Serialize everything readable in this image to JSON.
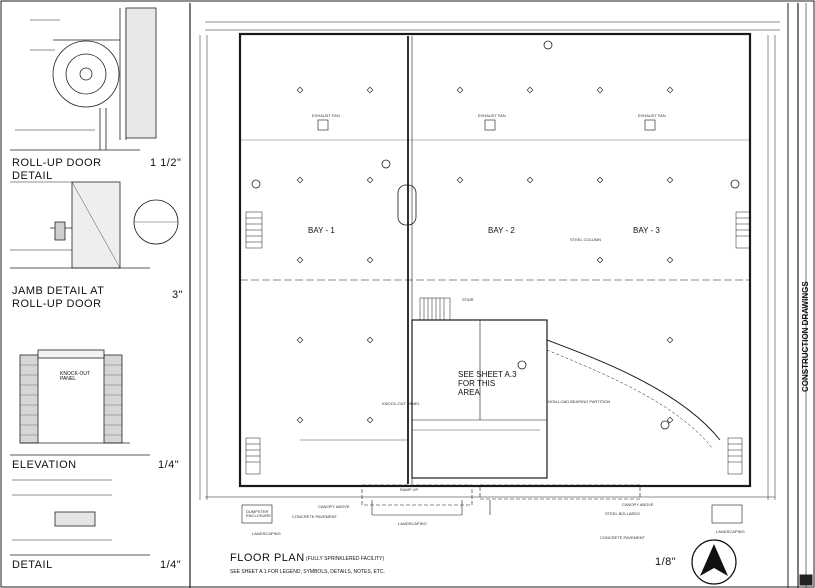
{
  "sheet": {
    "discipline": "CONSTRUCTION DRAWINGS",
    "plan_title": "FLOOR PLAN",
    "plan_subtitle": "(FULLY SPRINKLERED FACILITY)",
    "plan_note": "SEE SHEET A.1 FOR LEGEND, SYMBOLS, DETAILS, NOTES, ETC.",
    "plan_scale": "1/8\""
  },
  "left_details": {
    "rollup_title": "ROLL-UP DOOR",
    "rollup_subtitle": "DETAIL",
    "rollup_scale": "1 1/2\"",
    "jamb_title": "JAMB DETAIL AT",
    "jamb_subtitle": "ROLL-UP DOOR",
    "jamb_scale": "3\"",
    "elevation_title": "ELEVATION",
    "elevation_scale": "1/4\"",
    "knock_out": "KNOCK-OUT PANEL",
    "detail_title": "DETAIL",
    "detail_scale": "1/4\""
  },
  "plan": {
    "bays": [
      "BAY - 1",
      "BAY - 2",
      "BAY - 3"
    ],
    "see_sheet": "SEE SHEET A.3 FOR THIS AREA",
    "labels": {
      "canopy_above": "CANOPY ABOVE",
      "concrete_pavement": "CONCRETE PAVEMENT",
      "landscaping": "LANDSCAPING",
      "ramp_up": "RAMP UP",
      "stair": "STAIR",
      "steel_bollards": "STEEL BOLLARDS",
      "exhaust_fan": "EXHAUST FAN",
      "steel_column": "STEEL COLUMN",
      "dumpster_enclosure": "DUMPSTER ENCLOSURE",
      "knock_out_panel": "KNOCK-OUT PANEL",
      "load_bearing": "NON-LOAD BEARING PARTITION"
    }
  }
}
